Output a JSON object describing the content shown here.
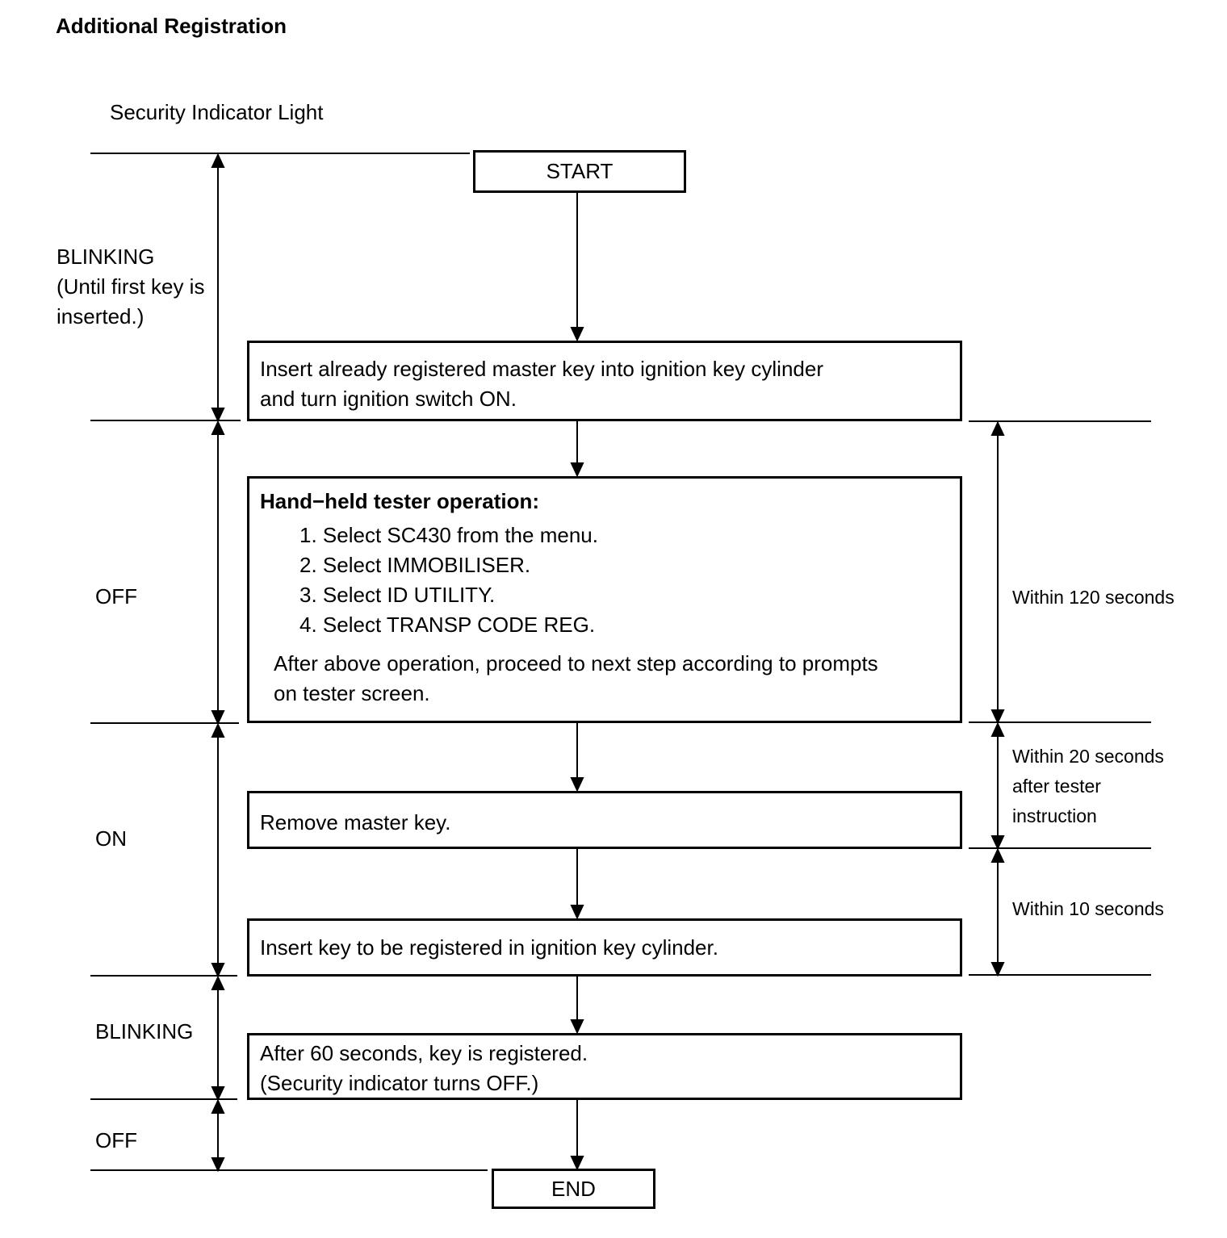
{
  "title": "Additional Registration",
  "indicator_header": "Security Indicator Light",
  "states": [
    {
      "label_lines": [
        "BLINKING",
        "(Until first key is",
        "inserted.)"
      ]
    },
    {
      "label_lines": [
        "OFF"
      ]
    },
    {
      "label_lines": [
        "ON"
      ]
    },
    {
      "label_lines": [
        "BLINKING"
      ]
    },
    {
      "label_lines": [
        "OFF"
      ]
    }
  ],
  "start_label": "START",
  "end_label": "END",
  "steps": {
    "insert_master": [
      "Insert already registered master key into ignition key cylinder",
      "and turn ignition switch ON."
    ],
    "tester": {
      "heading": "Hand−held tester operation:",
      "items": [
        "1. Select SC430 from the menu.",
        "2. Select IMMOBILISER.",
        "3. Select ID UTILITY.",
        "4. Select TRANSP CODE REG."
      ],
      "note": [
        "After above operation, proceed to next step according to prompts",
        "on tester screen."
      ]
    },
    "remove_master": "Remove master key.",
    "insert_new": "Insert key to be registered in ignition key cylinder.",
    "registered": [
      "After 60 seconds, key is registered.",
      "(Security indicator turns OFF.)"
    ]
  },
  "timings": [
    {
      "label_lines": [
        "Within 120 seconds"
      ]
    },
    {
      "label_lines": [
        "Within 20 seconds",
        "after tester",
        "instruction"
      ]
    },
    {
      "label_lines": [
        "Within 10 seconds"
      ]
    }
  ]
}
